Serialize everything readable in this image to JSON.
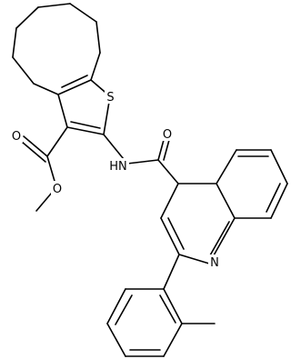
{
  "colors": {
    "background": "#ffffff",
    "bond": "#000000",
    "label": "#000000"
  },
  "atoms": {
    "S": "S",
    "O_ester_carbonyl": "O",
    "O_ester_methoxy": "O",
    "O_amide": "O",
    "NH": "HN",
    "N_quinoline": "N"
  }
}
